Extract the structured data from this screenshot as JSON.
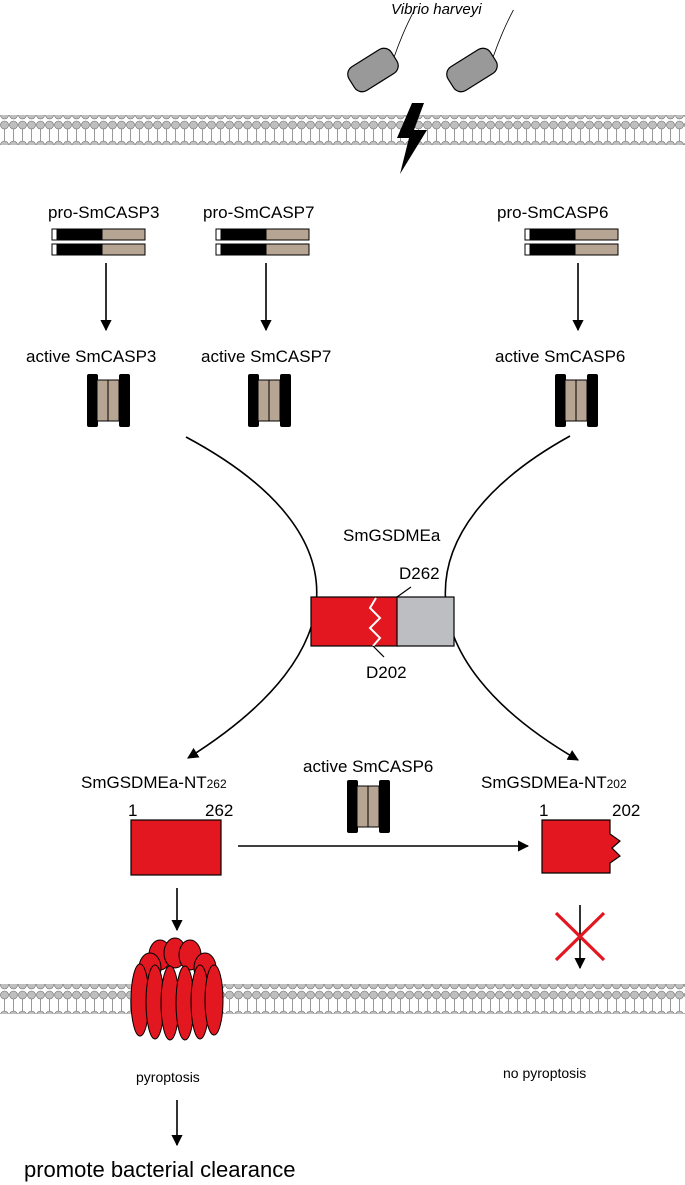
{
  "bacterium": {
    "name": "Vibrio harveyi"
  },
  "pro_caspases": [
    {
      "label": "pro-SmCASP3"
    },
    {
      "label": "pro-SmCASP7"
    },
    {
      "label": "pro-SmCASP6"
    }
  ],
  "active_caspases": [
    {
      "label": "active SmCASP3"
    },
    {
      "label": "active SmCASP7"
    },
    {
      "label": "active SmCASP6"
    }
  ],
  "substrate": {
    "name": "SmGSDMEa",
    "site_upper": "D262",
    "site_lower": "D202"
  },
  "fragment_262": {
    "name": "SmGSDMEa-NT",
    "sub": "262",
    "start": "1",
    "end": "262"
  },
  "fragment_202": {
    "name": "SmGSDMEa-NT",
    "sub": "202",
    "start": "1",
    "end": "202"
  },
  "middle_enzyme": {
    "label": "active SmCASP6"
  },
  "outcome_left": "pyroptosis",
  "outcome_right": "no pyroptosis",
  "final_outcome": "promote bacterial clearance",
  "colors": {
    "gsdme_red": "#e3171f",
    "gsdme_grey": "#bdbec2",
    "caspase_tan": "#b7a593",
    "membrane_grey": "#bfbfbf",
    "bacterium_grey": "#999999"
  }
}
